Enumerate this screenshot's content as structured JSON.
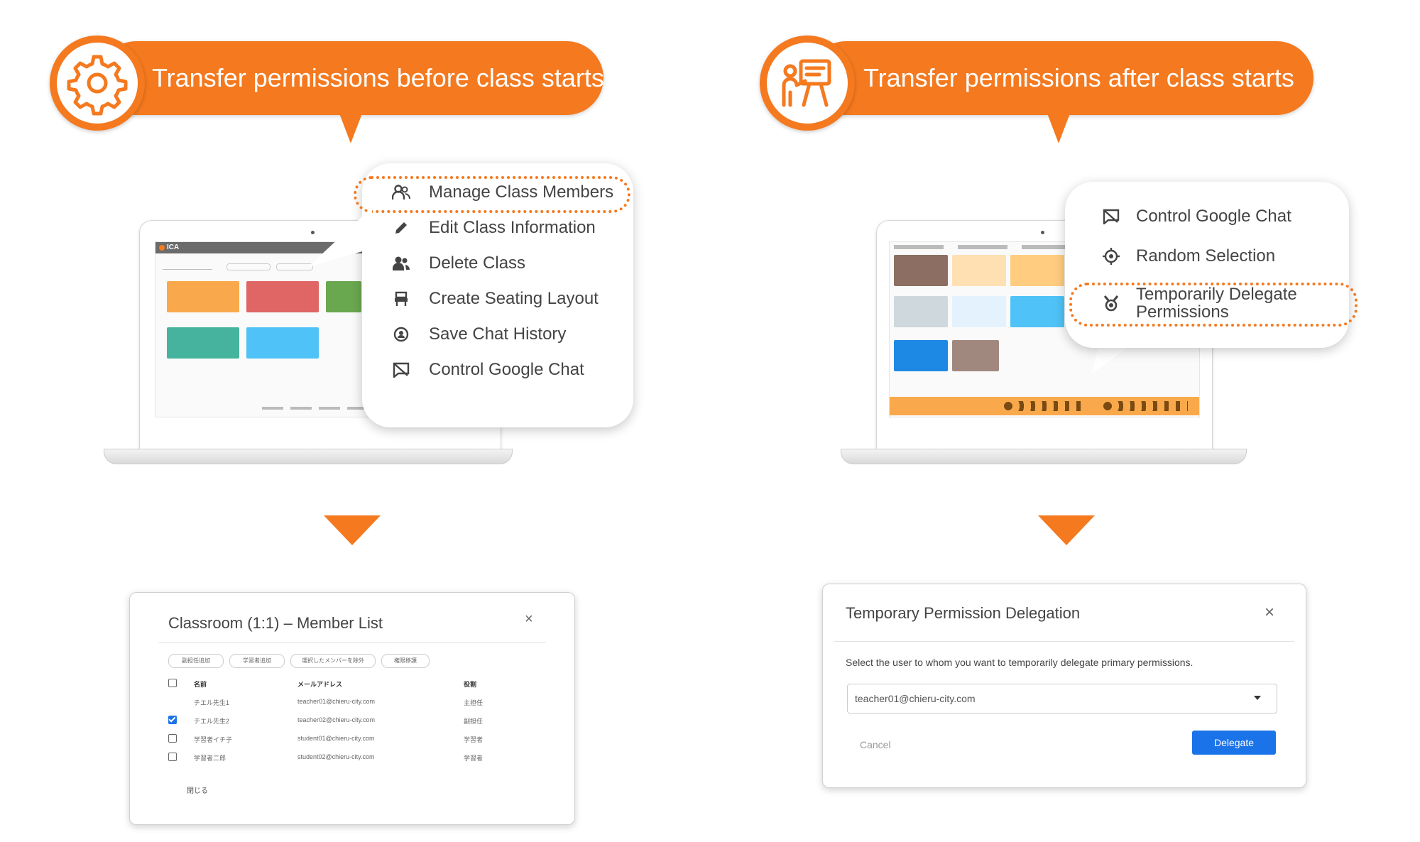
{
  "headers": {
    "left": {
      "text": "Transfer permissions before class starts",
      "icon": "gear-icon"
    },
    "right": {
      "text": "Transfer permissions after class starts",
      "icon": "presenter-board-icon"
    }
  },
  "left_screen": {
    "app_logo": "ICA"
  },
  "left_menu": {
    "items": [
      {
        "label": "Manage Class Members",
        "icon": "people-icon",
        "highlighted": true
      },
      {
        "label": "Edit Class Information",
        "icon": "pencil-icon"
      },
      {
        "label": "Delete Class",
        "icon": "people-remove-icon"
      },
      {
        "label": "Create Seating Layout",
        "icon": "seat-icon"
      },
      {
        "label": "Save Chat History",
        "icon": "chat-save-icon"
      },
      {
        "label": "Control Google Chat",
        "icon": "chat-off-icon"
      }
    ]
  },
  "right_menu": {
    "items": [
      {
        "label": "Control Google Chat",
        "icon": "chat-off-icon"
      },
      {
        "label": "Random Selection",
        "icon": "target-icon"
      },
      {
        "label": "Temporarily Delegate\nPermissions",
        "icon": "delegate-icon",
        "highlighted": true
      }
    ]
  },
  "member_dialog": {
    "title": "Classroom (1:1) – Member List",
    "close": "×",
    "chips": [
      "副担任追加",
      "学習者追加",
      "選択したメンバーを除外",
      "権限移譲"
    ],
    "columns": [
      "名前",
      "メールアドレス",
      "役割"
    ],
    "rows": [
      {
        "name": "チエル先生1",
        "email": "teacher01@chieru-city.com",
        "role": "主担任",
        "checkbox": false
      },
      {
        "name": "チエル先生2",
        "email": "teacher02@chieru-city.com",
        "role": "副担任",
        "checkbox": true,
        "checked": true
      },
      {
        "name": "学習者イチ子",
        "email": "student01@chieru-city.com",
        "role": "学習者",
        "checkbox": true,
        "checked": false
      },
      {
        "name": "学習者二郎",
        "email": "student02@chieru-city.com",
        "role": "学習者",
        "checkbox": true,
        "checked": false
      }
    ],
    "close_button": "閉じる"
  },
  "delegation_dialog": {
    "title": "Temporary Permission Delegation",
    "close": "×",
    "instruction": "Select the user to whom you want to temporarily delegate primary permissions.",
    "select_value": "teacher01@chieru-city.com",
    "cancel_label": "Cancel",
    "delegate_label": "Delegate",
    "accent": "#1a73e8"
  },
  "colors": {
    "orange": "#f4791f",
    "tile_orange": "#f9a94b",
    "tile_red": "#e06666",
    "tile_green": "#6aa84f",
    "tile_teal": "#45b39d",
    "tile_blue": "#4fc3f7"
  }
}
